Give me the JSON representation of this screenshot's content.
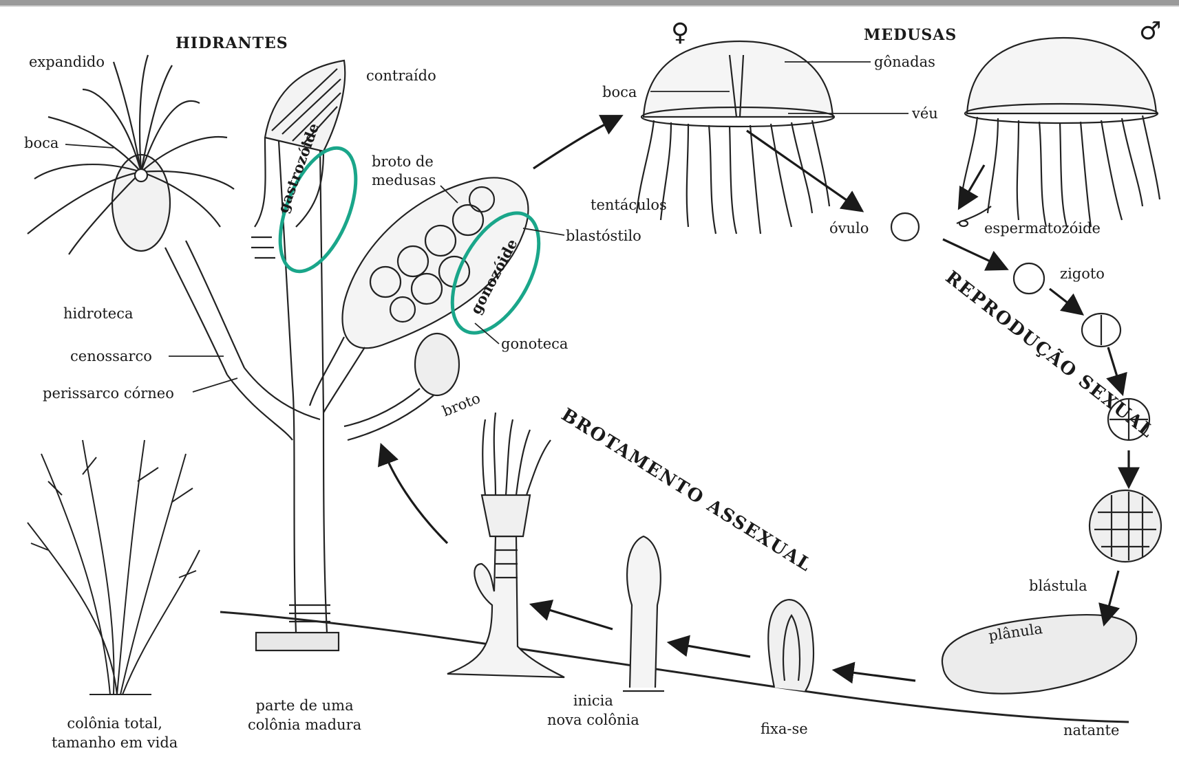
{
  "headers": {
    "hidrantes": "HIDRANTES",
    "medusas": "MEDUSAS",
    "reproducao": "REPRODUÇÃO SEXUAL",
    "brotamento": "BROTAMENTO ASSEXUAL"
  },
  "symbols": {
    "female": "♀",
    "male": "♂"
  },
  "labels": {
    "expandido": "expandido",
    "contraido": "contraído",
    "boca_polyp": "boca",
    "broto_de": "broto de",
    "medusas_label": "medusas",
    "gastrozoide": "gastrozóide",
    "gonozoide": "gonozóide",
    "blastostilo": "blastóstilo",
    "hidroteca": "hidroteca",
    "gonoteca": "gonoteca",
    "cenossarco": "cenossarco",
    "perissarco": "perissarco córneo",
    "broto": "broto",
    "boca_medusa": "boca",
    "gonadas": "gônadas",
    "veu": "véu",
    "tentaculos": "tentáculos",
    "ovulo": "óvulo",
    "espermatozoide": "espermatozóide",
    "zigoto": "zigoto",
    "blastula": "blástula",
    "planula": "plânula",
    "natante": "natante"
  },
  "captions": {
    "colonia_total_1": "colônia total,",
    "colonia_total_2": "tamanho em vida",
    "parte_1": "parte de uma",
    "parte_2": "colônia madura",
    "inicia_1": "inicia",
    "inicia_2": "nova colônia",
    "fixa": "fixa-se"
  },
  "colors": {
    "highlight": "#1aa68a",
    "ink": "#1a1a1a"
  }
}
